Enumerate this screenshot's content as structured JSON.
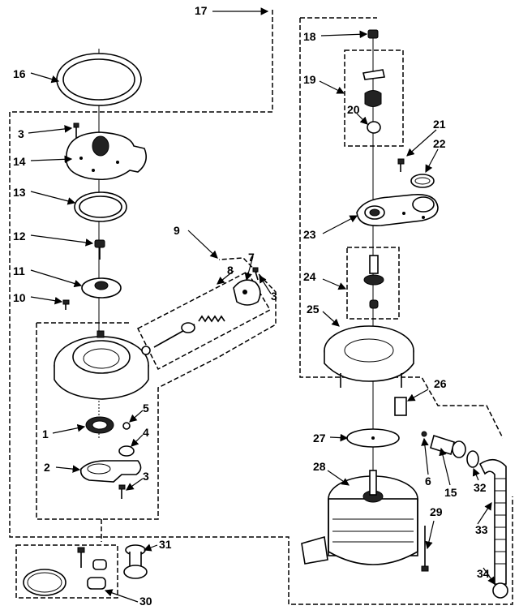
{
  "callouts": {
    "c1": "1",
    "c2": "2",
    "c3a": "3",
    "c3b": "3",
    "c3c": "3",
    "c4": "4",
    "c5": "5",
    "c6": "6",
    "c7": "7",
    "c8": "8",
    "c9": "9",
    "c10": "10",
    "c11": "11",
    "c12": "12",
    "c13": "13",
    "c14": "14",
    "c15": "15",
    "c16": "16",
    "c17": "17",
    "c18": "18",
    "c19": "19",
    "c20": "20",
    "c21": "21",
    "c22": "22",
    "c23": "23",
    "c24": "24",
    "c25": "25",
    "c26": "26",
    "c27": "27",
    "c28": "28",
    "c29": "29",
    "c30": "30",
    "c31": "31",
    "c32": "32",
    "c33": "33",
    "c34": "34"
  }
}
